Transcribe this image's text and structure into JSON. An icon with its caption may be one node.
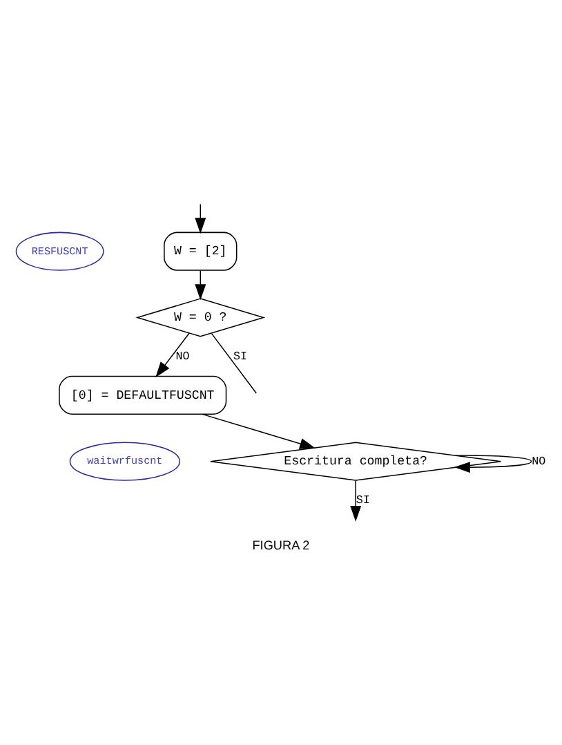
{
  "diagram": {
    "caption": "FIGURA 2",
    "nodes": [
      {
        "text": [
          "RESFUSCNT"
        ]
      },
      {
        "text": [
          "W = [2]"
        ]
      },
      {
        "text": [
          "W = 0 ?"
        ]
      },
      {
        "text": [
          "[0] = DEFAULTFUSCNT"
        ]
      },
      {
        "text": [
          "waitwrfuscnt"
        ]
      },
      {
        "text": [
          "Escritura completa?"
        ]
      }
    ],
    "edges": [
      {
        "from": null,
        "to": 1,
        "arrow": "to"
      },
      {
        "from": 1,
        "to": 2,
        "arrow": "to"
      },
      {
        "from": 2,
        "to": 3,
        "arrow": "to",
        "label": "NO"
      },
      {
        "from": 2,
        "to": null,
        "arrow": "none",
        "label": "SI"
      },
      {
        "from": 3,
        "to": 5,
        "arrow": "to"
      },
      {
        "from": 5,
        "to": 5,
        "arrow": "to",
        "label": "NO"
      },
      {
        "from": 5,
        "to": null,
        "arrow": "to",
        "label": "SI"
      }
    ]
  }
}
